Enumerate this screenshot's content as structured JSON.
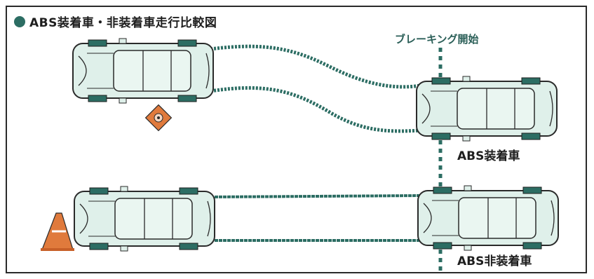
{
  "title": "ABS装着車・非装着車走行比較図",
  "braking_start_label": "ブレーキング開始",
  "car_labels": {
    "abs": "ABS装着車",
    "non_abs": "ABS非装着車"
  },
  "colors": {
    "accent": "#2c6d63",
    "car_body": "#dff0ea",
    "outline": "#2a2a2a",
    "cone": "#e07a3c"
  },
  "icons": [
    "circle-bullet-icon",
    "road-marker-icon",
    "traffic-cone-icon"
  ]
}
